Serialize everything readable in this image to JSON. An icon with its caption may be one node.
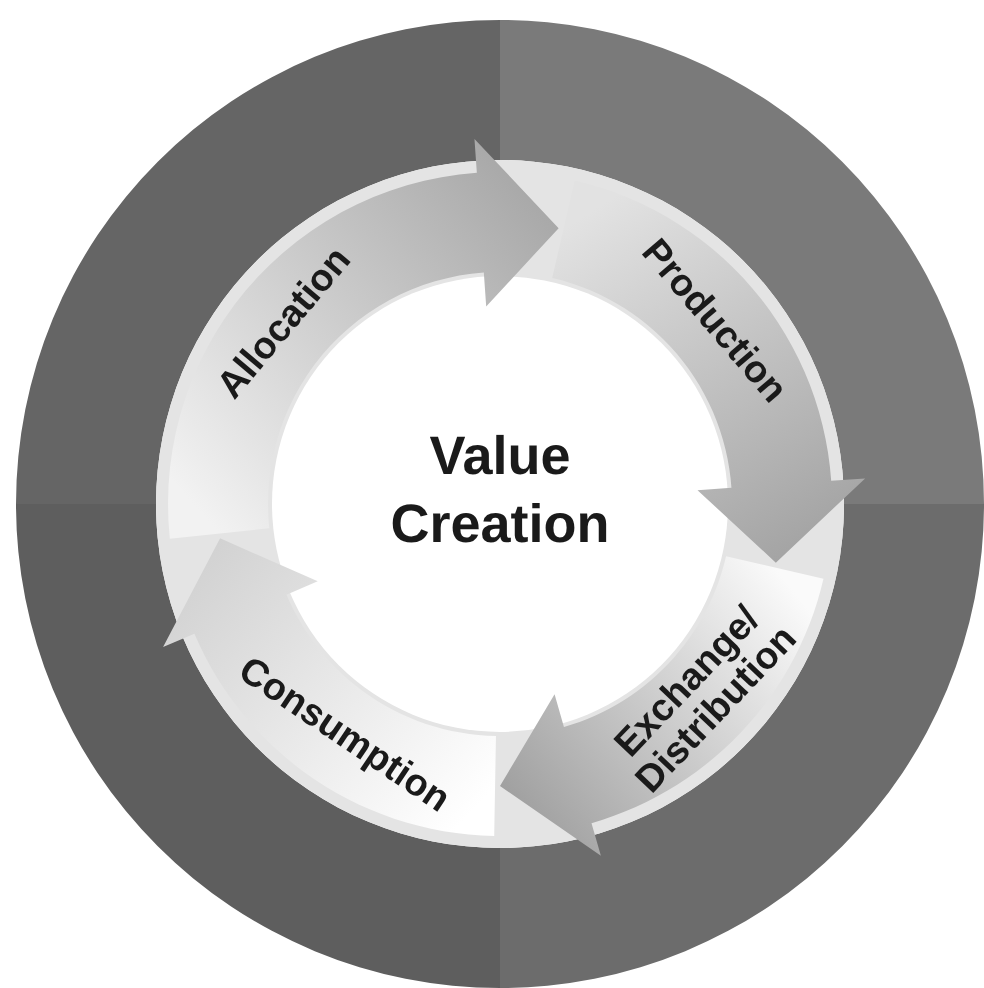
{
  "diagram": {
    "nodes": [
      {
        "text": [
          "Allocation"
        ]
      },
      {
        "text": [
          "Production"
        ]
      },
      {
        "text": [
          "Exchange/ Distribution"
        ]
      },
      {
        "text": [
          "Consumption"
        ]
      },
      {
        "text": [
          "Value Creation"
        ]
      }
    ]
  }
}
